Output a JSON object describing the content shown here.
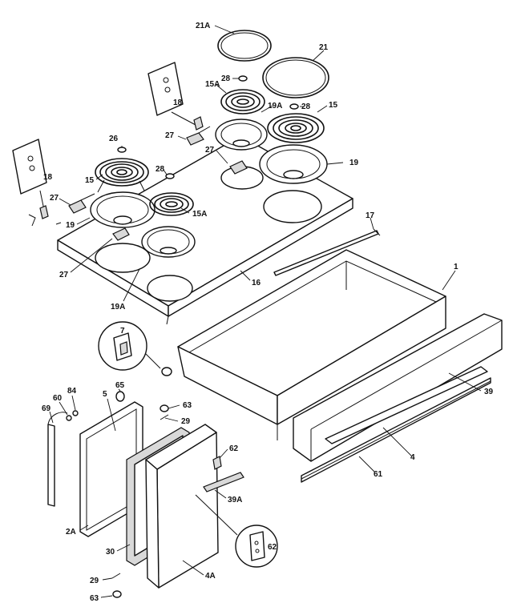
{
  "diagram": {
    "callouts": {
      "c21a": "21A",
      "c21": "21",
      "c28a": "28",
      "c15a_top": "15A",
      "c18_top": "18",
      "c19a_top": "19A",
      "c28b": "28",
      "c15_top": "15",
      "c27_top": "27",
      "c26": "26",
      "c27_mid": "27",
      "c19_right": "19",
      "c18_left": "18",
      "c15_left": "15",
      "c28c": "28",
      "c15a_mid": "15A",
      "c27_left": "27",
      "c19_left": "19",
      "c17": "17",
      "c27_bottom": "27",
      "c16": "16",
      "c1": "1",
      "c19a_bottom": "19A",
      "c7": "7",
      "c39": "39",
      "c65": "65",
      "c63_top": "63",
      "c60": "60",
      "c84": "84",
      "c5": "5",
      "c69": "69",
      "c29_top": "29",
      "c62_top": "62",
      "c4": "4",
      "c61": "61",
      "c39a": "39A",
      "c2a": "2A",
      "c62_detail": "62",
      "c30": "30",
      "c4a": "4A",
      "c29_bottom": "29",
      "c63_bottom": "63"
    }
  }
}
